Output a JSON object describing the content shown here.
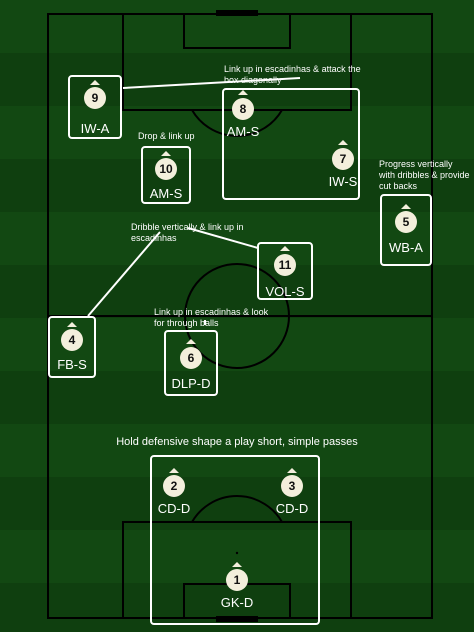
{
  "players": [
    {
      "number": "9",
      "role": "IW-A"
    },
    {
      "number": "8",
      "role": "AM-S"
    },
    {
      "number": "7",
      "role": "IW-S"
    },
    {
      "number": "10",
      "role": "AM-S"
    },
    {
      "number": "5",
      "role": "WB-A"
    },
    {
      "number": "11",
      "role": "VOL-S"
    },
    {
      "number": "4",
      "role": "FB-S"
    },
    {
      "number": "6",
      "role": "DLP-D"
    },
    {
      "number": "2",
      "role": "CD-D"
    },
    {
      "number": "3",
      "role": "CD-D"
    },
    {
      "number": "1",
      "role": "GK-D"
    }
  ],
  "notes": {
    "attack_box": "Link up in escadinhas & attack the box diagonally",
    "drop_link": "Drop & link up",
    "progress": "Progress vertically with dribbles & provide cut backs",
    "dribble": "Dribble vertically & link up in escadinhas",
    "through_balls": "Link up in escadinhas & look for through balls",
    "defensive": "Hold defensive shape a play short, simple passes"
  },
  "colors": {
    "stripe_dark": "#0e3a0e",
    "stripe_light": "#124812",
    "line": "#000000",
    "box": "#ffffff",
    "token": "#f3efdc"
  }
}
